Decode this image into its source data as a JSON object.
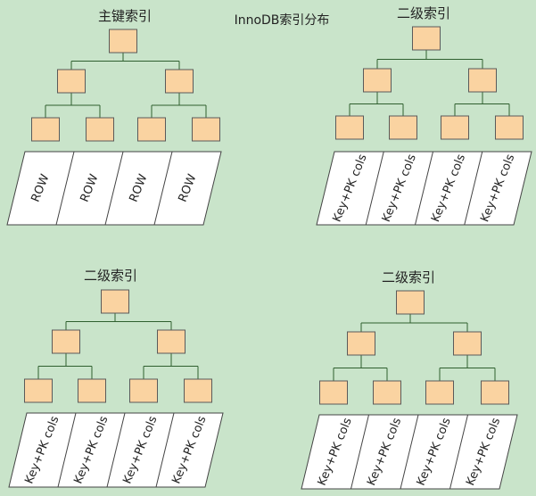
{
  "title": "InnoDB索引分布",
  "panels": [
    {
      "label": "主键索引",
      "leaf_labels": [
        "ROW",
        "ROW",
        "ROW",
        "ROW"
      ]
    },
    {
      "label": "二级索引",
      "leaf_labels": [
        "Key+PK cols",
        "Key+PK cols",
        "Key+PK cols",
        "Key+PK cols"
      ]
    },
    {
      "label": "二级索引",
      "leaf_labels": [
        "Key+PK cols",
        "Key+PK cols",
        "Key+PK cols",
        "Key+PK cols"
      ]
    },
    {
      "label": "二级索引",
      "leaf_labels": [
        "Key+PK cols",
        "Key+PK cols",
        "Key+PK cols",
        "Key+PK cols"
      ]
    }
  ],
  "colors": {
    "background": "#c9e4ca",
    "node_fill": "#fad3a1",
    "node_stroke": "#5a5a5a",
    "edge": "#2f5f2f",
    "leaf_row_fill": "#ffffff"
  }
}
